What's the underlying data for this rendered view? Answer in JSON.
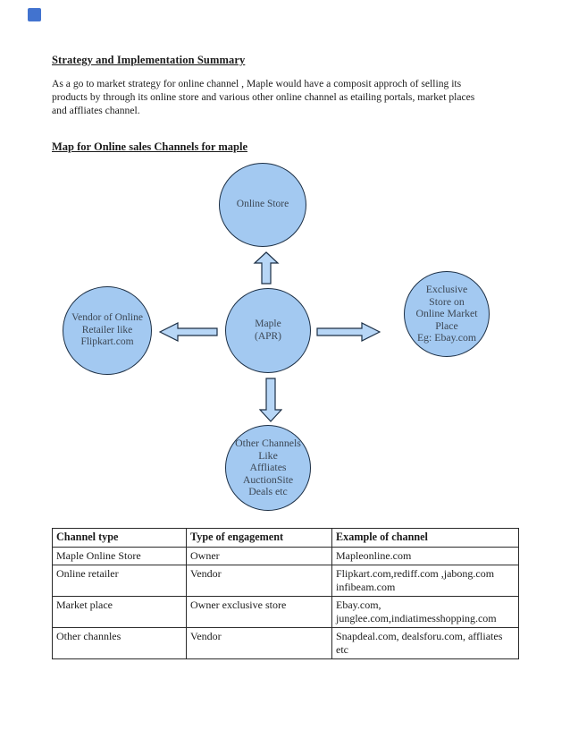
{
  "colors": {
    "page-bg": "#ffffff",
    "text": "#1b1b1b",
    "corner-marker": "#4273cf",
    "node-fill": "#a3c9f1",
    "arrow-fill": "#b7d6f6",
    "diagram-stroke": "#1c2f45",
    "node-text": "#3c4754",
    "table-border": "#2a2a2a"
  },
  "heading1": "Strategy and Implementation Summary",
  "paragraph_lines": [
    "As a go to market strategy for online channel , Maple would have a composit approch of selling its",
    "products by through its online store and various other online channel as etailing portals, market places",
    "and affliates channel."
  ],
  "heading2": "Map for Online sales Channels for maple",
  "diagram": {
    "nodes": [
      {
        "id": "online-store",
        "lines": [
          "Online Store"
        ]
      },
      {
        "id": "maple",
        "lines": [
          "Maple",
          "(APR)"
        ]
      },
      {
        "id": "vendor",
        "lines": [
          "Vendor of Online",
          "Retailer like",
          "Flipkart.com"
        ]
      },
      {
        "id": "exclusive",
        "lines": [
          "Exclusive",
          "Store on",
          "Online Market",
          "Place",
          "Eg: Ebay.com"
        ]
      },
      {
        "id": "other",
        "lines": [
          "Other Channels",
          "Like",
          "Affliates",
          "AuctionSite",
          "Deals etc"
        ]
      }
    ],
    "arrows": [
      "up",
      "left",
      "right",
      "down"
    ]
  },
  "table": {
    "headers": [
      "Channel type",
      "Type of engagement",
      "Example of channel"
    ],
    "rows": [
      [
        "Maple Online Store",
        "Owner",
        "Mapleonline.com"
      ],
      [
        "Online retailer",
        "Vendor",
        "Flipkart.com,rediff.com ,jabong.com infibeam.com"
      ],
      [
        "Market place",
        "Owner exclusive store",
        "Ebay.com, junglee.com,indiatimesshopping.com"
      ],
      [
        "Other channles",
        "Vendor",
        "Snapdeal.com, dealsforu.com, affliates etc"
      ]
    ]
  }
}
